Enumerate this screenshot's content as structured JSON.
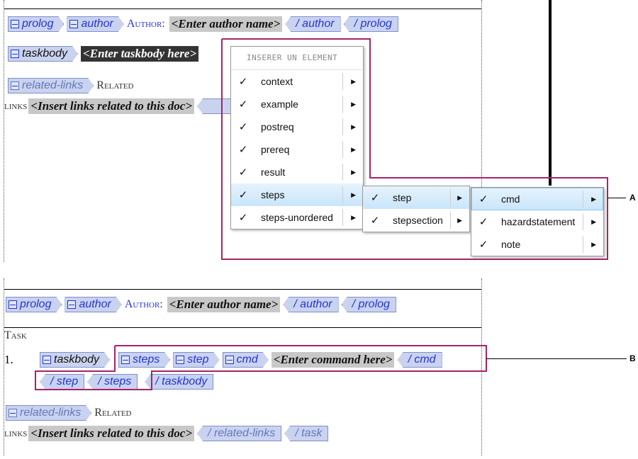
{
  "top": {
    "prolog_row": {
      "prolog": "prolog",
      "author": "author",
      "author_label": "Author:",
      "author_ph": "<Enter author name>",
      "author_close": "/ author",
      "prolog_close": "/ prolog"
    },
    "taskbody_row": {
      "taskbody": "taskbody",
      "taskbody_ph": "<Enter taskbody here>"
    },
    "related_row": {
      "related_links": "related-links",
      "related_label": "Related"
    },
    "links_row": {
      "links_label": "links",
      "links_ph": "<Insert links related to this doc>"
    }
  },
  "menu1": {
    "header": "INSERER UN ELEMENT",
    "items": [
      "context",
      "example",
      "postreq",
      "prereq",
      "result",
      "steps",
      "steps-unordered"
    ],
    "highlighted": "steps"
  },
  "menu2": {
    "items": [
      "step",
      "stepsection"
    ],
    "highlighted": "step"
  },
  "menu3": {
    "items": [
      "cmd",
      "hazardstatement",
      "note"
    ],
    "highlighted": "cmd"
  },
  "callouts": {
    "a": "A",
    "b": "B"
  },
  "bottom": {
    "prolog_row": {
      "prolog": "prolog",
      "author": "author",
      "author_label": "Author:",
      "author_ph": "<Enter author name>",
      "author_close": "/ author",
      "prolog_close": "/ prolog"
    },
    "task_label": "Task",
    "number": "1.",
    "steps_row": {
      "taskbody": "taskbody",
      "steps": "steps",
      "step": "step",
      "cmd": "cmd",
      "cmd_ph": "<Enter command here>",
      "cmd_close": "/ cmd"
    },
    "close_row": {
      "step_close": "/ step",
      "steps_close": "/ steps",
      "taskbody_close": "/ taskbody"
    },
    "related_row": {
      "related_links": "related-links",
      "related_label": "Related"
    },
    "links_row": {
      "links_label": "links",
      "links_ph": "<Insert links related to this doc>",
      "related_close": "/ related-links",
      "task_close": "/ task"
    }
  },
  "colors": {
    "tag_fill": "#c9d3ef",
    "tag_text": "#2233dd",
    "magenta": "#a4246a",
    "menu_highlight": "#c9e5fa"
  }
}
